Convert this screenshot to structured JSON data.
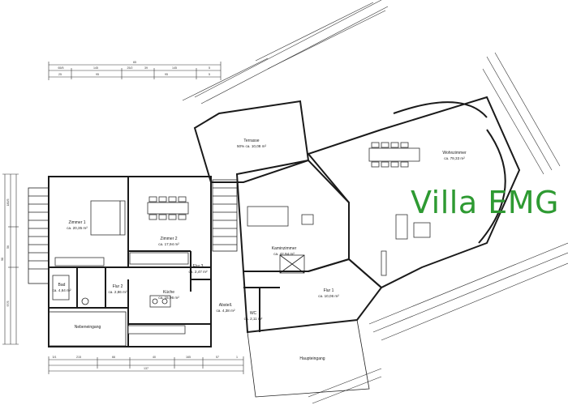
{
  "brand": {
    "title": "Villa EMG",
    "color": "#2e9a32"
  },
  "rooms": [
    {
      "name": "Zimmer 1",
      "area": "ca. 20,35 m²"
    },
    {
      "name": "Zimmer 2",
      "area": "ca. 17,94 m²"
    },
    {
      "name": "Terrasse",
      "area": "50% ca. 10,08 m²"
    },
    {
      "name": "Wohnzimmer",
      "area": "ca. 79,33 m²"
    },
    {
      "name": "Kaminzimmer",
      "area": "ca. 42,94 m²"
    },
    {
      "name": "Flur 3",
      "area": "ca. 2,47 m²"
    },
    {
      "name": "Bad",
      "area": "ca. 4,64 m²"
    },
    {
      "name": "Flur 2",
      "area": "ca. 2,86 m²"
    },
    {
      "name": "Küche",
      "area": "ca. 15,96 m²"
    },
    {
      "name": "Abstell.",
      "area": "ca. 4,38 m²"
    },
    {
      "name": "Flur 1",
      "area": "ca. 10,06 m²"
    },
    {
      "name": "WC",
      "area": "ca. 2,11 m²"
    },
    {
      "name": "Nebeneingang",
      "area": ""
    },
    {
      "name": "Haupteingang",
      "area": ""
    }
  ],
  "dimensions": {
    "top_total": "65",
    "top_parts": [
      "65/5",
      "145",
      "25/2",
      "39",
      "145",
      "5"
    ],
    "top_sub": [
      "25",
      "95",
      "95",
      "5"
    ],
    "bottom_parts": [
      "3/1",
      "215",
      "66",
      "40",
      "165",
      "57",
      "1"
    ],
    "bottom_total": "137",
    "left_parts": [
      "180/5",
      "56",
      "97/5"
    ],
    "left_total": "98"
  }
}
